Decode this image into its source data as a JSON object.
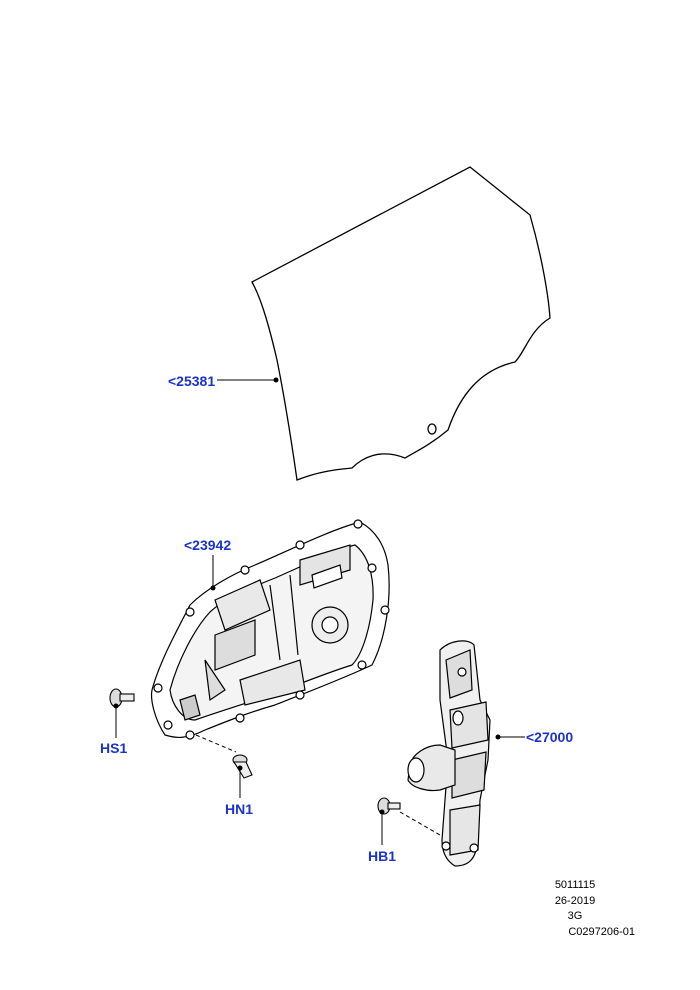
{
  "callouts": {
    "glass": "<25381",
    "panel": "<23942",
    "regulator": "<27000",
    "hs1": "HS1",
    "hn1": "HN1",
    "hb1": "HB1"
  },
  "footer": {
    "line1": "5011115",
    "line2": "26-2019",
    "line3": "3G",
    "line4": "C0297206-01"
  },
  "colors": {
    "callout": "#1a33cc",
    "line": "#000000"
  }
}
